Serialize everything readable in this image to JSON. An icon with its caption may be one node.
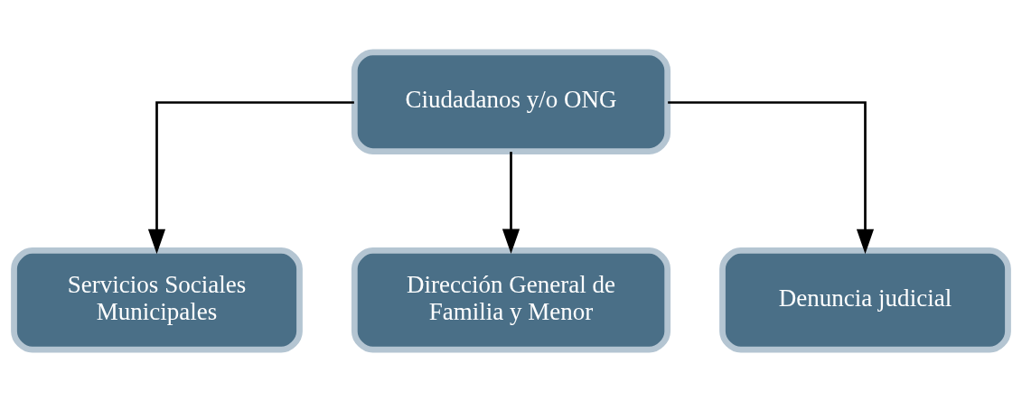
{
  "diagram": {
    "nodes": [
      {
        "text": [
          "Ciudadanos y/o ONG"
        ]
      },
      {
        "text": [
          "Servicios Sociales Municipales"
        ]
      },
      {
        "text": [
          "Dirección General de Familia y Menor"
        ]
      },
      {
        "text": [
          "Denuncia judicial"
        ]
      }
    ],
    "edges": [
      {
        "from": 0,
        "to": 1,
        "arrow": "to"
      },
      {
        "from": 0,
        "to": 2,
        "arrow": "to"
      },
      {
        "from": 0,
        "to": 3,
        "arrow": "to"
      }
    ]
  }
}
